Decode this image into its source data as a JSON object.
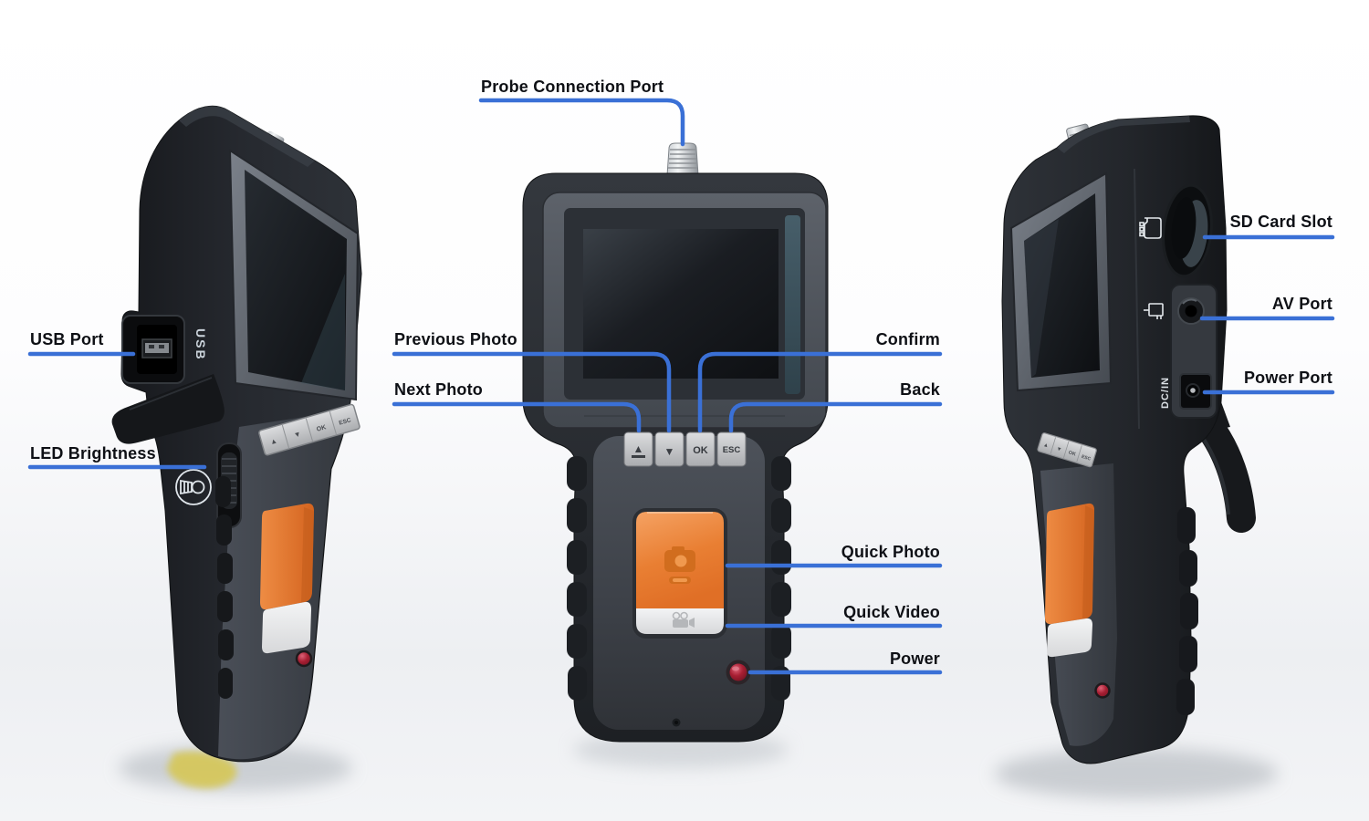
{
  "image_type": "annotated product diagram of handheld inspection camera (three views)",
  "colors": {
    "callout_line": "#3a70d6",
    "label_text": "#0e1015",
    "device_body_dark": "#26292e",
    "front_panel_gray": "#4d525a",
    "accent_orange": "#e5772b",
    "quick_video_white": "#eceded",
    "power_red": "#a81f33",
    "background": "#ffffff"
  },
  "callouts": {
    "probe_connection_port": {
      "label": "Probe Connection Port"
    },
    "usb_port": {
      "label": "USB Port"
    },
    "led_brightness": {
      "label": "LED Brightness"
    },
    "previous_photo": {
      "label": "Previous Photo"
    },
    "next_photo": {
      "label": "Next Photo"
    },
    "confirm": {
      "label": "Confirm"
    },
    "back": {
      "label": "Back"
    },
    "quick_photo": {
      "label": "Quick Photo"
    },
    "quick_video": {
      "label": "Quick Video"
    },
    "power": {
      "label": "Power"
    },
    "sd_card_slot": {
      "label": "SD Card Slot"
    },
    "av_port": {
      "label": "AV Port"
    },
    "power_port": {
      "label": "Power Port"
    }
  },
  "device_markings": {
    "up_button": "▲",
    "down_button": "▼",
    "ok_button": "OK",
    "esc_button": "ESC",
    "usb_label": "USB",
    "dc_in_label": "DC/IN"
  }
}
